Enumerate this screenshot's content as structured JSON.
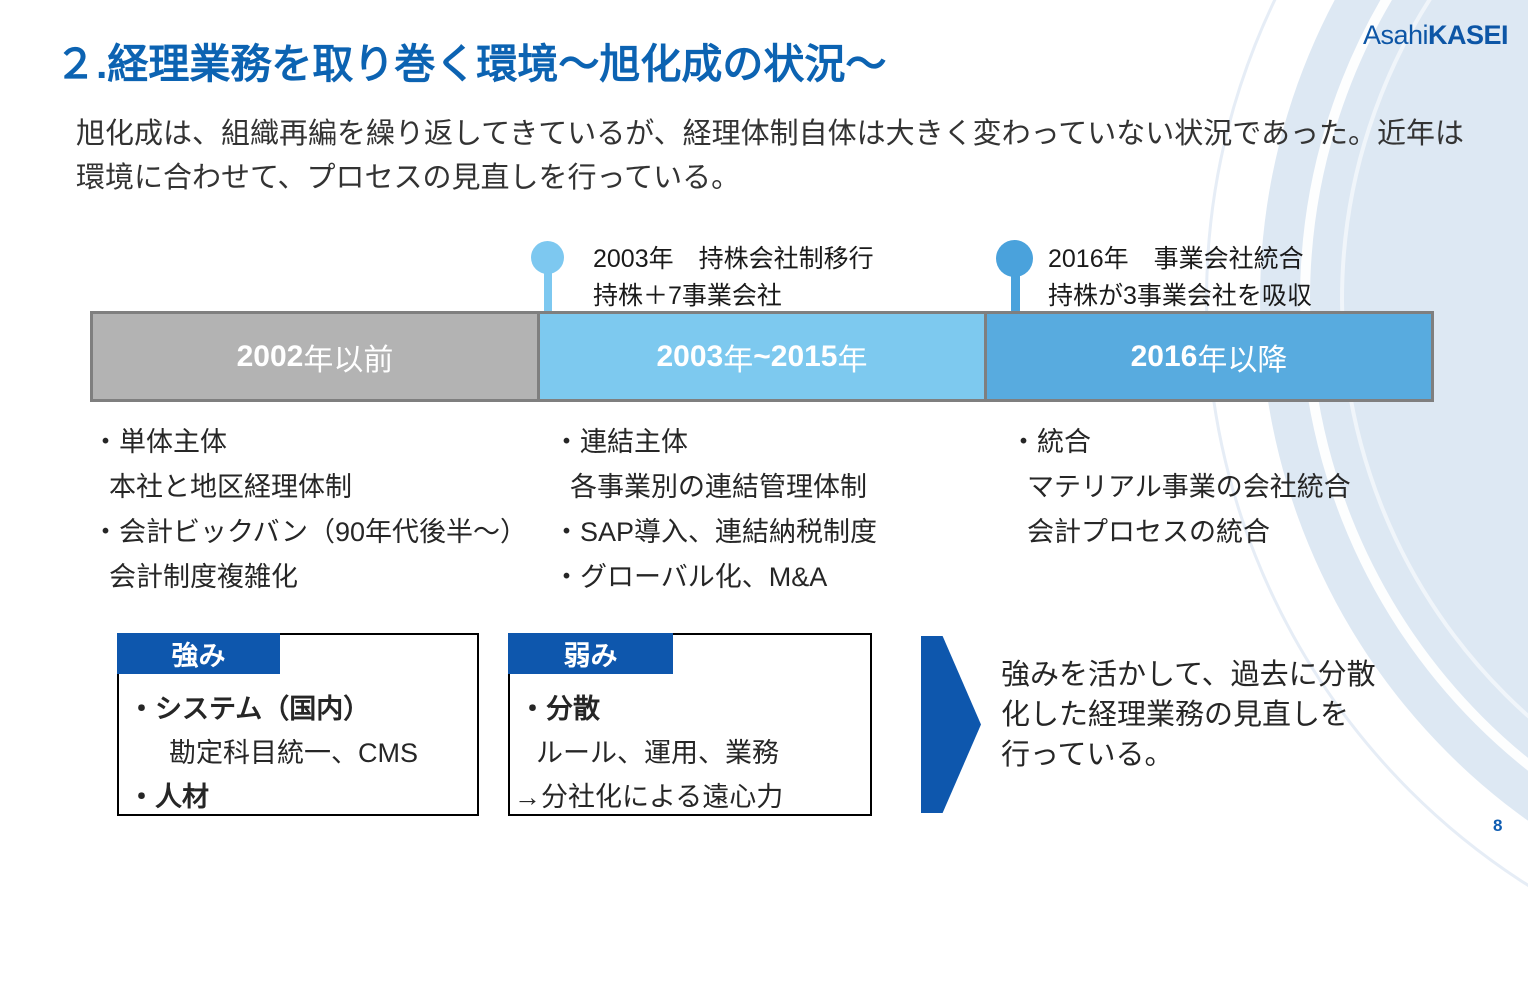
{
  "slide": {
    "title": "２.経理業務を取り巻く環境～旭化成の状況～",
    "logo": {
      "normal": "Asahi",
      "bold": "KASEI"
    },
    "intro_lines": [
      "旭化成は、組織再編を繰り返してきているが、経理体制自体は大きく変わっていない状況であった。近年は",
      "環境に合わせて、プロセスの見直しを行っている。"
    ],
    "page_number": "8"
  },
  "colors": {
    "title_blue": "#0c63b2",
    "logo_blue": "#0d56a6",
    "accent_blue": "#0e57ad",
    "segment_gray": "#b3b3b3",
    "segment_light_blue": "#7dc9ef",
    "segment_medium_blue": "#58abdf",
    "marker_light_blue": "#7dc8f0",
    "marker_medium_blue": "#4aa2dc",
    "bar_border_gray": "#7f7f7f",
    "background_circle": "#dde8f3"
  },
  "timeline": {
    "callouts": [
      {
        "line1": "2003年　持株会社制移行",
        "line2": "持株＋7事業会社",
        "color": "#7dc8f0"
      },
      {
        "line1": "2016年　事業会社統合",
        "line2": "持株が3事業会社を吸収",
        "color": "#4aa2dc"
      }
    ],
    "segments": [
      {
        "bg": "#b3b3b3",
        "parts": [
          {
            "text": "2002",
            "bold": true
          },
          {
            "text": "年以前",
            "bold": false
          }
        ]
      },
      {
        "bg": "#7dc9ef",
        "parts": [
          {
            "text": "2003",
            "bold": true
          },
          {
            "text": "年",
            "bold": false
          },
          {
            "text": "~2015",
            "bold": true
          },
          {
            "text": "年",
            "bold": false
          }
        ]
      },
      {
        "bg": "#58abdf",
        "parts": [
          {
            "text": "2016",
            "bold": true
          },
          {
            "text": "年以降",
            "bold": false
          }
        ]
      }
    ],
    "columns": [
      {
        "lines": [
          {
            "text": "・単体主体"
          },
          {
            "text": "本社と地区経理体制",
            "indent": true
          },
          {
            "text": "・会計ビックバン（90年代後半～）"
          },
          {
            "text": "会計制度複雑化",
            "indent": true
          }
        ]
      },
      {
        "lines": [
          {
            "text": "・連結主体"
          },
          {
            "text": "各事業別の連結管理体制",
            "indent": true
          },
          {
            "text": "・SAP導入、連結納税制度"
          },
          {
            "text": "・グローバル化、M&A"
          }
        ]
      },
      {
        "lines": [
          {
            "text": "・統合"
          },
          {
            "text": "マテリアル事業の会社統合",
            "indent": true
          },
          {
            "text": "会計プロセスの統合",
            "indent": true
          }
        ]
      }
    ]
  },
  "boxes": [
    {
      "tab": "強み",
      "lines": [
        {
          "text": "・システム（国内）",
          "bold": true
        },
        {
          "text": "勘定科目統一、CMS",
          "indent2": true
        },
        {
          "text": "・人材",
          "bold": true
        }
      ]
    },
    {
      "tab": "弱み",
      "lines": [
        {
          "text": "・分散",
          "bold": true
        },
        {
          "text": "ルール、運用、業務",
          "indent": true
        },
        {
          "text": "→分社化による遠心力",
          "flush": true
        }
      ]
    }
  ],
  "conclusion": {
    "lines": [
      "強みを活かして、過去に分散",
      "化した経理業務の見直しを",
      "行っている。"
    ]
  }
}
